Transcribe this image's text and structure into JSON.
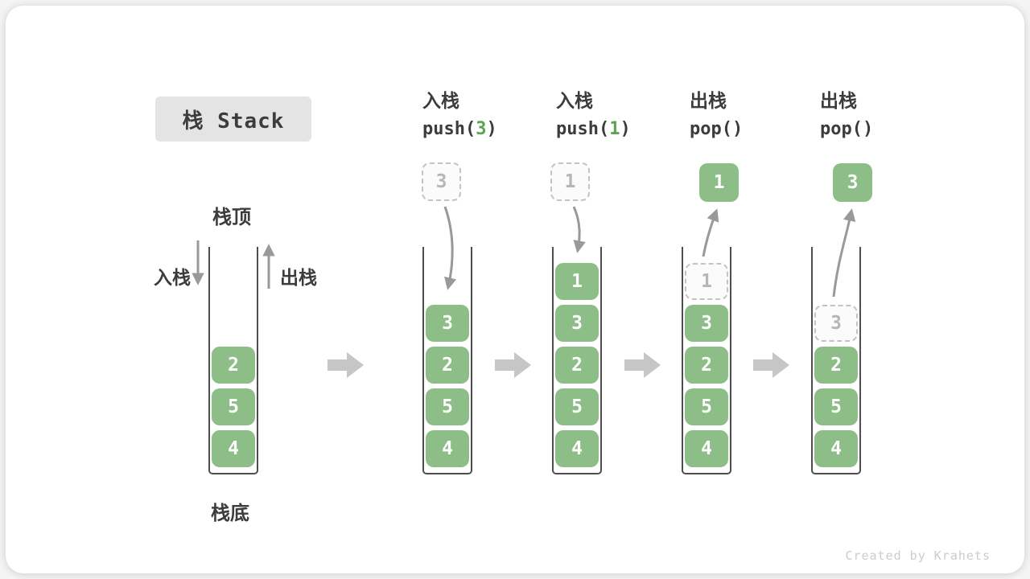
{
  "title": {
    "label": "栈 Stack"
  },
  "labels": {
    "stack_top": "栈顶",
    "stack_bottom": "栈底",
    "push_label": "入栈",
    "pop_label": "出栈"
  },
  "watermark": "Created by Krahets",
  "colors": {
    "cell_green": "#8DBE87",
    "accent_green": "#5BA253",
    "text_dark": "#3C3C3C",
    "wall_gray": "#4E4E4E",
    "ghost_border": "#C3C3C3",
    "ghost_bg": "#FBFBFB",
    "ghost_text": "#B6B6B6",
    "arrow_gray": "#999999",
    "block_arrow": "#C6C6C6",
    "title_bg": "#E4E4E4",
    "watermark": "#CCCCCC"
  },
  "columns": [
    {
      "id": "initial",
      "cells": [
        "2",
        "5",
        "4"
      ]
    },
    {
      "id": "push-3",
      "header_zh": "入栈",
      "code_pre": "push(",
      "code_arg": "3",
      "code_post": ")",
      "staged": "3",
      "cells": [
        "3",
        "2",
        "5",
        "4"
      ]
    },
    {
      "id": "push-1",
      "header_zh": "入栈",
      "code_pre": "push(",
      "code_arg": "1",
      "code_post": ")",
      "staged": "1",
      "cells": [
        "1",
        "3",
        "2",
        "5",
        "4"
      ]
    },
    {
      "id": "pop-1",
      "header_zh": "出栈",
      "code_pre": "pop(",
      "code_arg": "",
      "code_post": ")",
      "popped": "1",
      "ghost": "1",
      "cells": [
        "3",
        "2",
        "5",
        "4"
      ]
    },
    {
      "id": "pop-3",
      "header_zh": "出栈",
      "code_pre": "pop(",
      "code_arg": "",
      "code_post": ")",
      "popped": "3",
      "ghost": "3",
      "cells": [
        "2",
        "5",
        "4"
      ]
    }
  ]
}
